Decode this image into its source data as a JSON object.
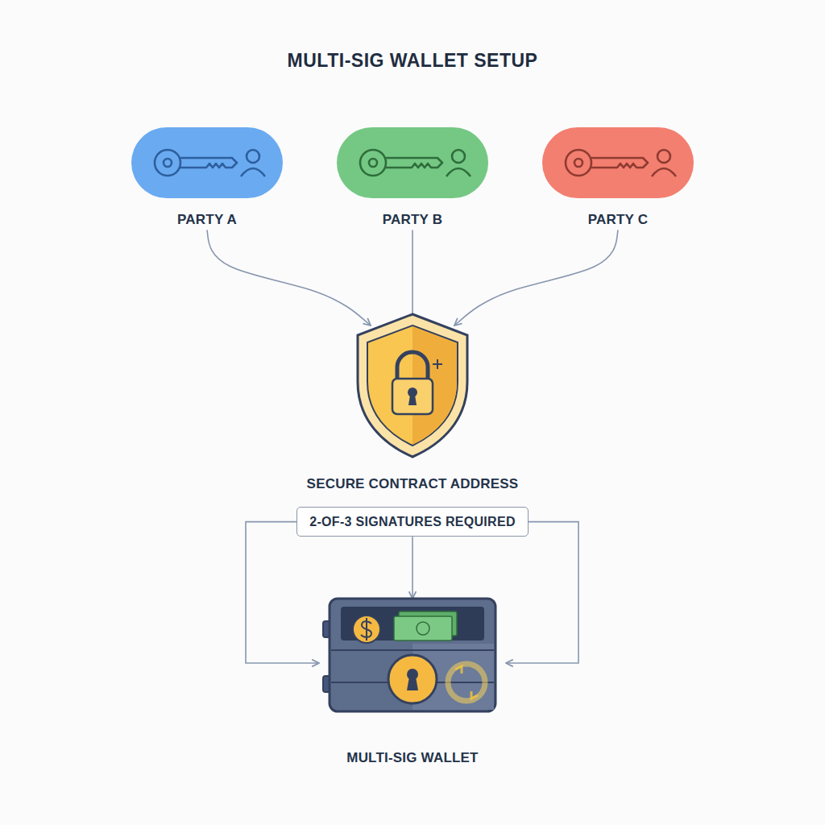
{
  "diagram": {
    "title": "MULTI-SIG WALLET SETUP",
    "nodes": [
      {
        "text": [
          "PARTY A"
        ]
      },
      {
        "text": [
          "PARTY B"
        ]
      },
      {
        "text": [
          "PARTY C"
        ]
      },
      {
        "text": [
          "SECURE CONTRACT ADDRESS"
        ]
      },
      {
        "text": [
          "2-OF-3 SIGNATURES REQUIRED"
        ]
      },
      {
        "text": [
          "MULTI-SIG WALLET"
        ]
      }
    ],
    "edges": [
      {
        "from": 0,
        "to": 3,
        "arrow": "to"
      },
      {
        "from": 1,
        "to": 3,
        "arrow": "none"
      },
      {
        "from": 2,
        "to": 3,
        "arrow": "to"
      },
      {
        "from": 4,
        "to": 5,
        "arrow": "to"
      },
      {
        "from": 4,
        "to": 5,
        "arrow": "to"
      },
      {
        "from": 4,
        "to": 5,
        "arrow": "to"
      }
    ]
  }
}
